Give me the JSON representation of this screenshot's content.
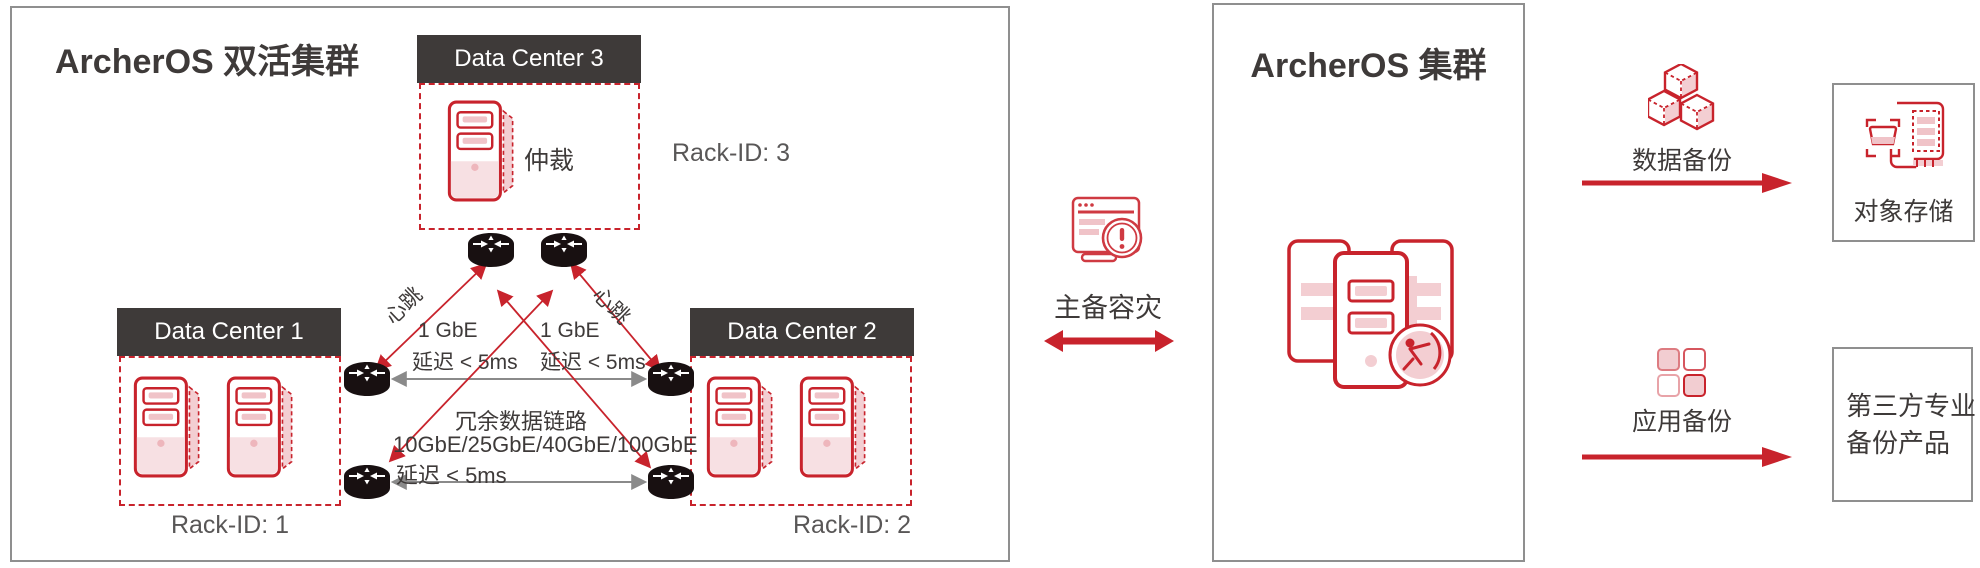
{
  "colors": {
    "red": "#c8232c",
    "pink": "#f3ced2",
    "dark": "#3e3a39",
    "gray_text": "#595757",
    "border_gray": "#8f8f8f",
    "arrow_gray": "#8a8a8a",
    "switch_black": "#181011"
  },
  "left_panel": {
    "title": "ArcherOS 双活集群",
    "dc3": {
      "name": "Data Center 3",
      "arbiter_label": "仲裁",
      "rack_label": "Rack-ID: 3"
    },
    "dc1": {
      "name": "Data Center 1",
      "rack_label": "Rack-ID: 1"
    },
    "dc2": {
      "name": "Data Center 2",
      "rack_label": "Rack-ID: 2"
    },
    "links": {
      "heartbeat": "心跳",
      "gbe": "1 GbE",
      "latency": "延迟 < 5ms",
      "redundant_title": "冗余数据链路",
      "redundant_speeds": "10GbE/25GbE/40GbE/100GbE"
    }
  },
  "middle": {
    "label": "主备容灾"
  },
  "right_panel": {
    "title": "ArcherOS 集群"
  },
  "flows": {
    "data_backup": {
      "label": "数据备份",
      "target": "对象存储"
    },
    "app_backup": {
      "label": "应用备份",
      "target_line1": "第三方专业",
      "target_line2": "备份产品"
    }
  },
  "icons": {
    "switch": "network-switch",
    "server": "server-tower",
    "alert": "browser-alert",
    "cluster": "server-cluster",
    "cubes": "data-cubes",
    "apps": "app-grid",
    "object_storage": "storage-card"
  }
}
